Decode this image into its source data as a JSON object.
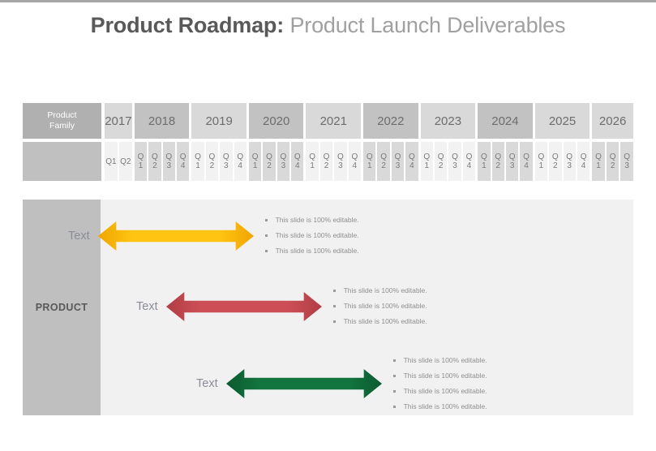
{
  "title": {
    "strong": "Product Roadmap:",
    "light": "Product Launch Deliverables"
  },
  "timeline": {
    "product_family_label": "Product Family",
    "product_family_line1": "Product",
    "product_family_line2": "Family",
    "years": [
      {
        "label": "2017",
        "shade": "light",
        "quarters": [
          "Q1",
          "Q2"
        ],
        "quarter_shade": "light",
        "wide": true
      },
      {
        "label": "2018",
        "shade": "dark",
        "quarters": [
          "Q1",
          "Q2",
          "Q3",
          "Q4"
        ],
        "quarter_shade": "dark",
        "wide": false
      },
      {
        "label": "2019",
        "shade": "light",
        "quarters": [
          "Q1",
          "Q2",
          "Q3",
          "Q4"
        ],
        "quarter_shade": "light",
        "wide": false
      },
      {
        "label": "2020",
        "shade": "dark",
        "quarters": [
          "Q1",
          "Q2",
          "Q3",
          "Q4"
        ],
        "quarter_shade": "dark",
        "wide": false
      },
      {
        "label": "2021",
        "shade": "light",
        "quarters": [
          "Q1",
          "Q2",
          "Q3",
          "Q4"
        ],
        "quarter_shade": "light",
        "wide": false
      },
      {
        "label": "2022",
        "shade": "dark",
        "quarters": [
          "Q1",
          "Q2",
          "Q3",
          "Q4"
        ],
        "quarter_shade": "dark",
        "wide": false
      },
      {
        "label": "2023",
        "shade": "light",
        "quarters": [
          "Q1",
          "Q2",
          "Q3",
          "Q4"
        ],
        "quarter_shade": "light",
        "wide": false
      },
      {
        "label": "2024",
        "shade": "dark",
        "quarters": [
          "Q1",
          "Q2",
          "Q3",
          "Q4"
        ],
        "quarter_shade": "dark",
        "wide": false
      },
      {
        "label": "2025",
        "shade": "light",
        "quarters": [
          "Q1",
          "Q2",
          "Q3",
          "Q4"
        ],
        "quarter_shade": "light",
        "wide": false
      },
      {
        "label": "2026",
        "shade": "light",
        "quarters": [
          "Q1",
          "Q2",
          "Q3"
        ],
        "quarter_shade": "dark",
        "wide": false
      }
    ]
  },
  "main": {
    "row_label": "PRODUCT",
    "lanes": [
      {
        "text_label": "Text",
        "arrow_color": "#FFC412",
        "arrow_color_edge": "#F0A500",
        "arrow_width": 192,
        "bullets": [
          "This slide is 100% editable.",
          "This slide is 100% editable.",
          "This slide is 100% editable."
        ]
      },
      {
        "text_label": "Text",
        "arrow_color": "#CD4F55",
        "arrow_color_edge": "#B03D46",
        "arrow_width": 192,
        "bullets": [
          "This slide is 100% editable.",
          "This slide is 100% editable.",
          "This slide is 100% editable."
        ]
      },
      {
        "text_label": "Text",
        "arrow_color": "#12753F",
        "arrow_color_edge": "#0C5B30",
        "arrow_width": 192,
        "bullets": [
          "This slide is 100% editable.",
          "This slide is 100% editable.",
          "This slide is 100% editable.",
          "This slide is 100% editable."
        ]
      }
    ]
  }
}
